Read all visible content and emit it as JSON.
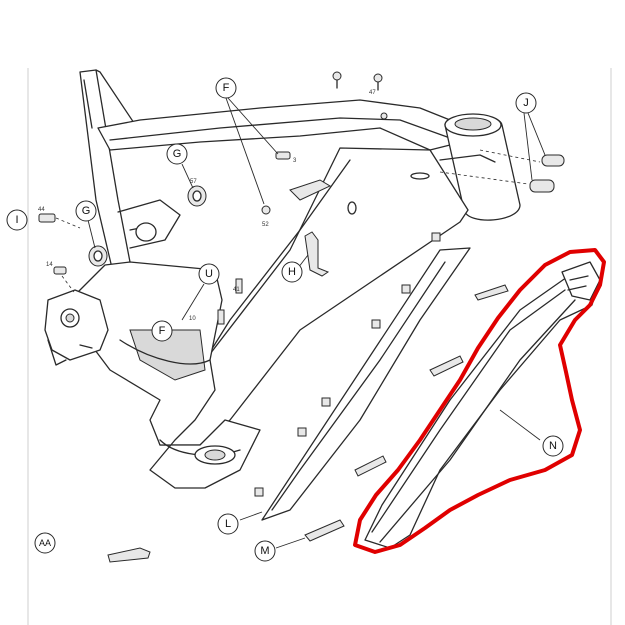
{
  "callouts": {
    "F1": "F",
    "J": "J",
    "G1": "G",
    "I": "I",
    "G2": "G",
    "H": "H",
    "U": "U",
    "F2": "F",
    "N": "N",
    "L": "L",
    "M": "M",
    "AA": "AA"
  },
  "part_numbers": {
    "n47": "47",
    "n3": "3",
    "n57": "57",
    "n52": "52",
    "n44": "44",
    "n14": "14",
    "n41": "41",
    "n10": "10"
  },
  "colors": {
    "highlight": "#e00000",
    "line": "#2a2a2a"
  }
}
